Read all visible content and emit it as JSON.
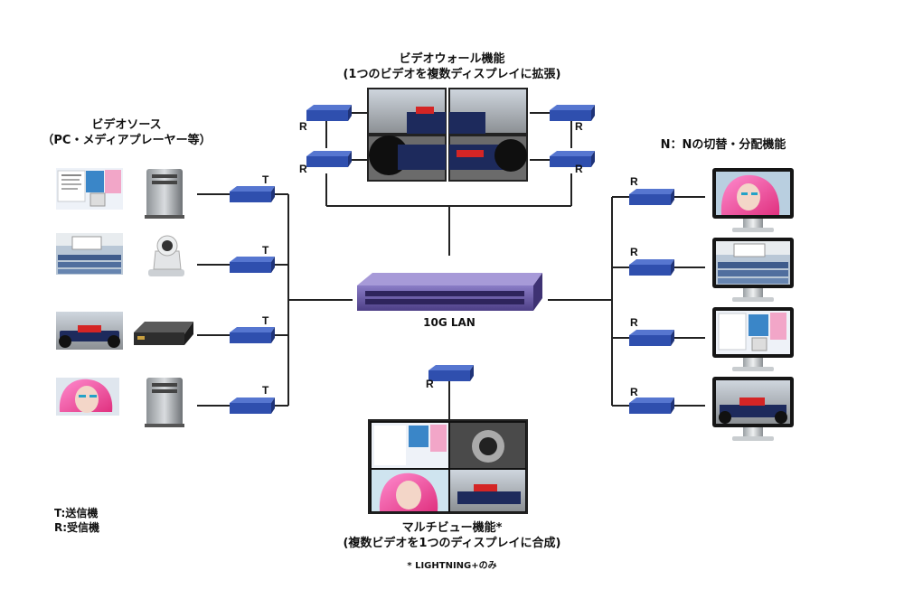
{
  "source_section": {
    "title_line1": "ビデオソース",
    "title_line2": "（PC・メディアプレーヤー等）"
  },
  "wall_section": {
    "title_line1": "ビデオウォール機能",
    "title_line2": "(1つのビデオを複数ディスプレイに拡張)"
  },
  "nn_section": {
    "title": "N：Nの切替・分配機能"
  },
  "switch": {
    "label": "10G LAN"
  },
  "multiview_section": {
    "title_line1": "マルチビュー機能*",
    "title_line2": "(複数ビデオを1つのディスプレイに合成)",
    "footnote": "* LIGHTNING+のみ"
  },
  "legend": {
    "transmitter": "T:送信機",
    "receiver": "R:受信機"
  },
  "transmitter_tag": "T",
  "receiver_tag": "R",
  "colors": {
    "device_blue": "#2f4fae",
    "switch_purple": "#6b5aa6",
    "line": "#222222",
    "pink_hair": "#ff5fae"
  }
}
